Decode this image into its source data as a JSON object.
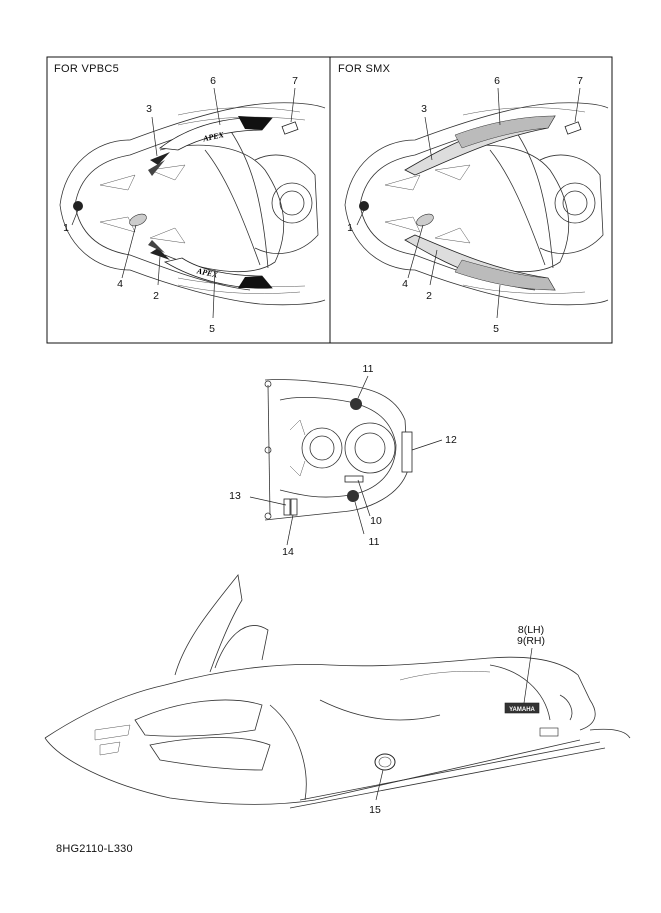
{
  "panels": [
    {
      "label": "FOR VPBC5",
      "callouts": [
        "1",
        "2",
        "3",
        "4",
        "5",
        "6",
        "7"
      ]
    },
    {
      "label": "FOR SMX",
      "callouts": [
        "1",
        "2",
        "3",
        "4",
        "5",
        "6",
        "7"
      ]
    }
  ],
  "top_view_callouts": [
    "11",
    "12",
    "10",
    "11",
    "13",
    "14"
  ],
  "side_view_callouts": {
    "lh": "8(LH)",
    "rh": "9(RH)",
    "item": "15"
  },
  "decal_text": {
    "apex": "APEX",
    "brand": "YAMAHA"
  },
  "footer": {
    "code": "8HG2110-L330"
  }
}
